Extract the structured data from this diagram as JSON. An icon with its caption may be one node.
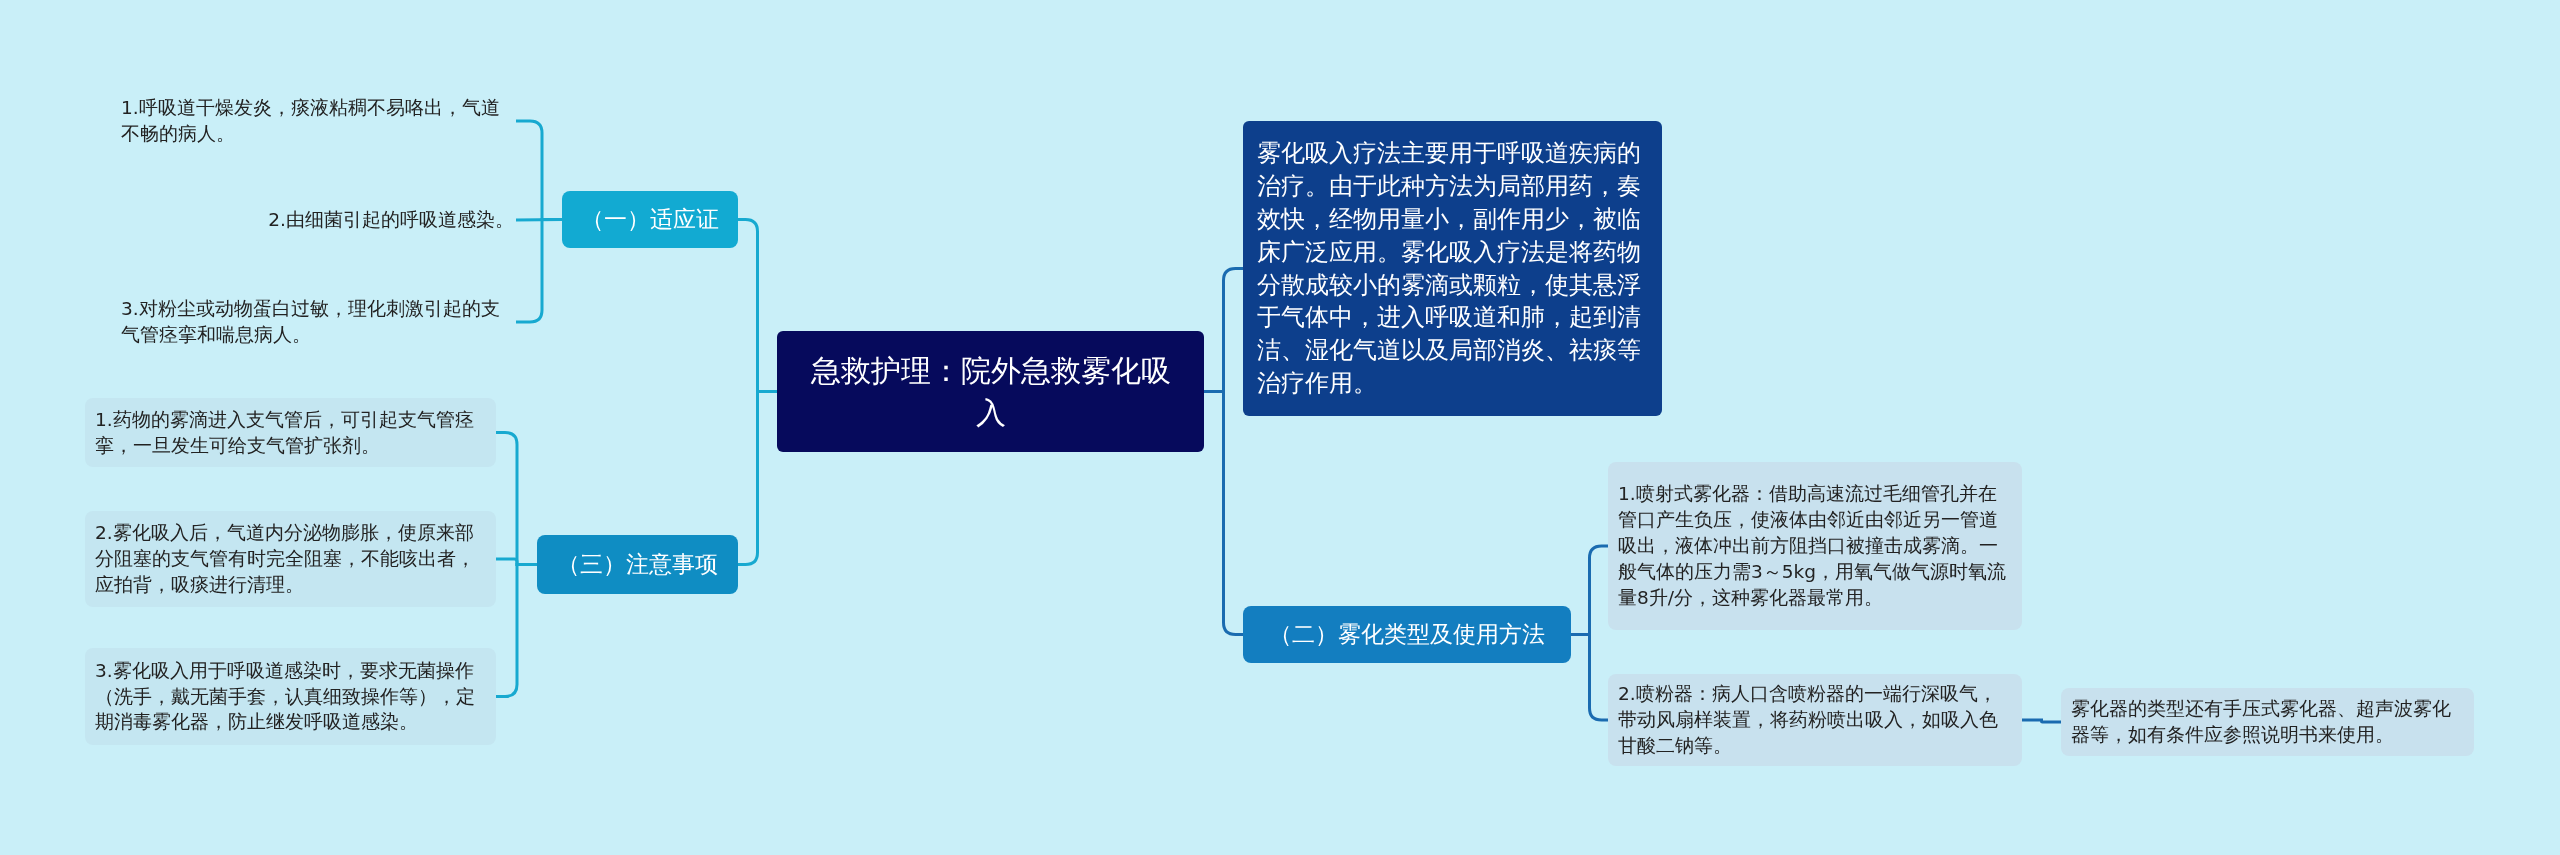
{
  "diagram": {
    "nodes": [
      {
        "text": [
          "急救护理：院外急救雾化吸入"
        ]
      },
      {
        "text": [
          "雾化吸入疗法主要用于呼吸道疾病的治疗。由于此种方法为局部用药，奏效快，经物用量小，副作用少，被临床广泛应用。雾化吸入疗法是将药物分散成较小的雾滴或颗粒，使其悬浮于气体中，进入呼吸道和肺，起到清洁、湿化气道以及局部消炎、祛痰等治疗作用。"
        ]
      },
      {
        "text": [
          "（一）适应证"
        ]
      },
      {
        "text": [
          "1.呼吸道干燥发炎，痰液粘稠不易咯出，气道不畅的病人。"
        ]
      },
      {
        "text": [
          "2.由细菌引起的呼吸道感染。"
        ]
      },
      {
        "text": [
          "3.对粉尘或动物蛋白过敏，理化刺激引起的支气管痉挛和喘息病人。"
        ]
      },
      {
        "text": [
          "（三）注意事项"
        ]
      },
      {
        "text": [
          "1.药物的雾滴进入支气管后，可引起支气管痉挛，一旦发生可给支气管扩张剂。"
        ]
      },
      {
        "text": [
          "2.雾化吸入后，气道内分泌物膨胀，使原来部分阻塞的支气管有时完全阻塞，不能咳出者，应拍背，吸痰进行清理。"
        ]
      },
      {
        "text": [
          "3.雾化吸入用于呼吸道感染时，要求无菌操作（洗手，戴无菌手套，认真细致操作等），定期消毒雾化器，防止继发呼吸道感染。"
        ]
      },
      {
        "text": [
          "（二）雾化类型及使用方法"
        ]
      },
      {
        "text": [
          "1.喷射式雾化器：借助高速流过毛细管孔并在管口产生负压，使液体由邻近由邻近另一管道吸出，液体冲出前方阻挡口被撞击成雾滴。一般气体的压力需3～5kg，用氧气做气源时氧流量8升/分，这种雾化器最常用。"
        ]
      },
      {
        "text": [
          "2.喷粉器：病人口含喷粉器的一端行深吸气，带动风扇样装置，将药粉喷出吸入，如吸入色甘酸二钠等。"
        ]
      },
      {
        "text": [
          "雾化器的类型还有手压式雾化器、超声波雾化器等，如有条件应参照说明书来使用。"
        ]
      }
    ],
    "edges": [
      {
        "from": 0,
        "to": 1,
        "arrow": "none",
        "color": "#1a6bb0"
      },
      {
        "from": 0,
        "to": 2,
        "arrow": "none"
      },
      {
        "from": 2,
        "to": 3,
        "arrow": "none"
      },
      {
        "from": 2,
        "to": 4,
        "arrow": "none"
      },
      {
        "from": 2,
        "to": 5,
        "arrow": "none"
      },
      {
        "from": 0,
        "to": 6,
        "arrow": "none"
      },
      {
        "from": 6,
        "to": 7,
        "arrow": "none"
      },
      {
        "from": 6,
        "to": 8,
        "arrow": "none"
      },
      {
        "from": 6,
        "to": 9,
        "arrow": "none"
      },
      {
        "from": 0,
        "to": 10,
        "arrow": "none",
        "color": "#1a6bb0"
      },
      {
        "from": 10,
        "to": 11,
        "arrow": "none",
        "color": "#1a6bb0"
      },
      {
        "from": 10,
        "to": 12,
        "arrow": "none",
        "color": "#1a6bb0"
      },
      {
        "from": 12,
        "to": 13,
        "arrow": "none",
        "color": "#1a6bb0"
      }
    ]
  }
}
